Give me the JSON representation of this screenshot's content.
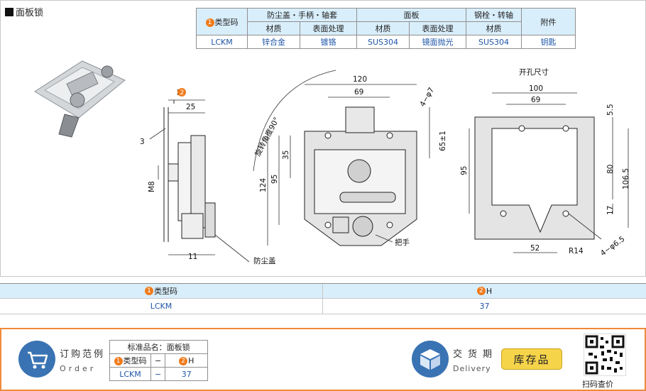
{
  "page_title": "面板锁",
  "spec_table": {
    "model_header": "类型码",
    "model_num": "1",
    "group_dust": "防尘盖・手柄・轴套",
    "group_panel": "面板",
    "group_bolt": "钢栓・转轴",
    "accessory": "附件",
    "material": "材质",
    "surface": "表面处理",
    "row": {
      "model": "LCKM",
      "dust_material": "锌合金",
      "dust_surface": "镀铬",
      "panel_material": "SUS304",
      "panel_surface": "镜面抛光",
      "bolt_material": "SUS304",
      "accessory": "钥匙"
    }
  },
  "drawing": {
    "h_label": "H",
    "h_num": "2",
    "dim_25": "25",
    "dim_3": "3",
    "dim_m8": "M8",
    "dim_11": "11",
    "dust_cover": "防尘盖",
    "rotation": "旋转角度90°",
    "dim_120": "120",
    "dim_69": "69",
    "dim_4phi7": "4−φ7",
    "dim_65": "65±1",
    "dim_35": "35",
    "dim_95": "95",
    "dim_124": "124",
    "handle": "把手",
    "cutout_title": "开孔尺寸",
    "c_100": "100",
    "c_69": "69",
    "c_5_5": "5.5",
    "c_95": "95",
    "c_80": "80",
    "c_106_5": "106.5",
    "c_17": "17",
    "c_52": "52",
    "c_r14": "R14",
    "c_4phi6_5": "4−φ6.5"
  },
  "mid_table": {
    "col1_header": "类型码",
    "col1_num": "1",
    "col2_header": "H",
    "col2_num": "2",
    "model": "LCKM",
    "h_value": "37"
  },
  "order": {
    "title": "订购范例",
    "subtitle": "Order",
    "std_name": "标准品名：面板锁",
    "model_header": "类型码",
    "model_num": "1",
    "dash": "−",
    "h_header": "H",
    "h_num": "2",
    "model": "LCKM",
    "h_value": "37"
  },
  "delivery": {
    "title": "交货期",
    "subtitle": "Delivery",
    "stock_button": "库存品",
    "qr_label": "扫码查价"
  }
}
